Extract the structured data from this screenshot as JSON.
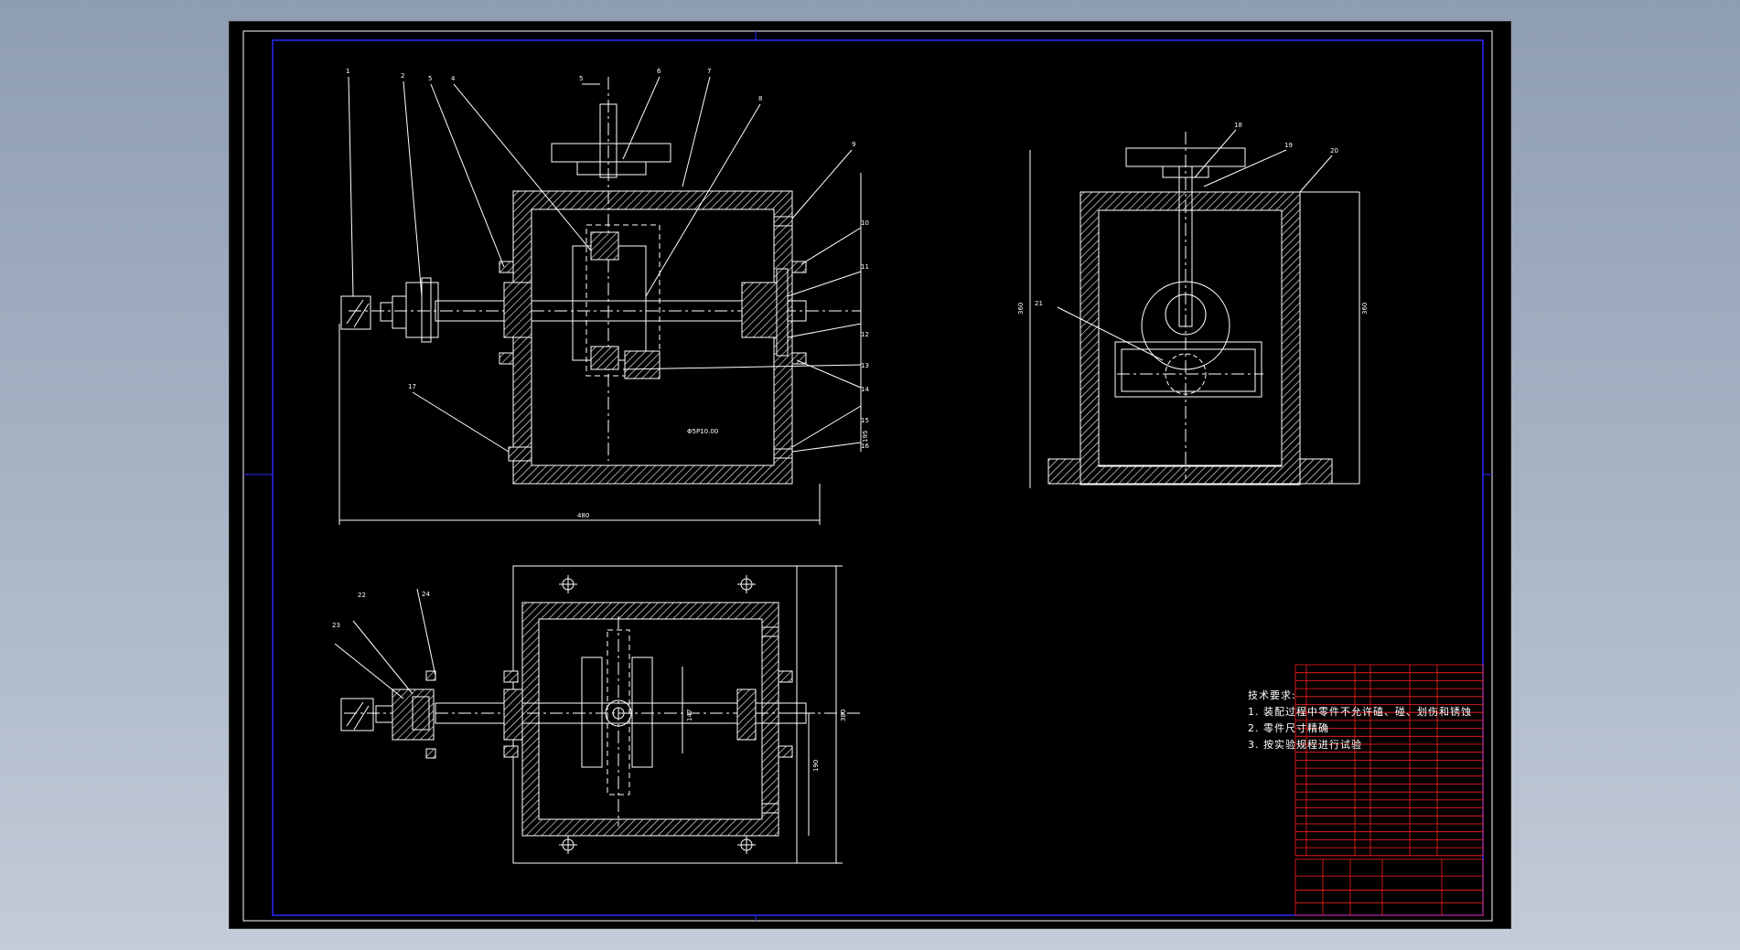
{
  "tech_requirements": {
    "title": "技术要求:",
    "items": [
      "1. 装配过程中零件不允许磕、碰、划伤和锈蚀",
      "2. 零件尺寸精确",
      "3. 按实验规程进行试验"
    ]
  },
  "balloons": {
    "front": [
      "1",
      "2",
      "5",
      "4",
      "5",
      "6",
      "7",
      "8",
      "9",
      "10",
      "11",
      "12",
      "13",
      "14",
      "15",
      "16",
      "17"
    ],
    "side": [
      "18",
      "19",
      "20",
      "21"
    ],
    "top": [
      "22",
      "24",
      "23"
    ]
  },
  "dimensions": {
    "front_width": "480",
    "front_height": "195",
    "front_fit": "Φ5P10.00",
    "side_height_left": "360",
    "side_height_right": "360",
    "top_height": "380",
    "top_sub": "147",
    "top_sub2": "190"
  },
  "colors": {
    "sheet": "#000000",
    "lines": "#ffffff",
    "border": "#0000ff",
    "title_block": "#ff0000",
    "title_text": "#ff00ff",
    "dims": "#ffffff"
  }
}
